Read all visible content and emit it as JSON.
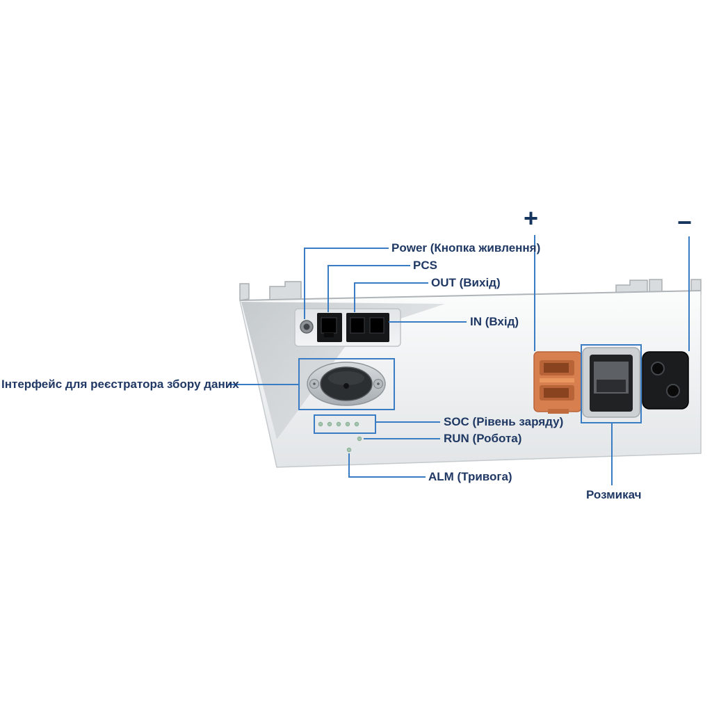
{
  "figure": {
    "plus": "+",
    "minus": "−",
    "labels": {
      "power": "Power (Кнопка живлення)",
      "pcs": "PCS",
      "out": "OUT (Вихід)",
      "in": "IN (Вхід)",
      "data_interface": "Інтерфейс для реєстратора збору даних",
      "soc": "SOC (Рівень заряду)",
      "run": "RUN (Робота)",
      "alm": "ALM (Тривога)",
      "breaker": "Розмикач"
    },
    "colors": {
      "label_text": "#1f3864",
      "callout_line": "#3a7cc4",
      "panel_body": "#eef0f1",
      "positive_connector": "#d77f4e",
      "negative_connector": "#1b1c1e"
    }
  }
}
